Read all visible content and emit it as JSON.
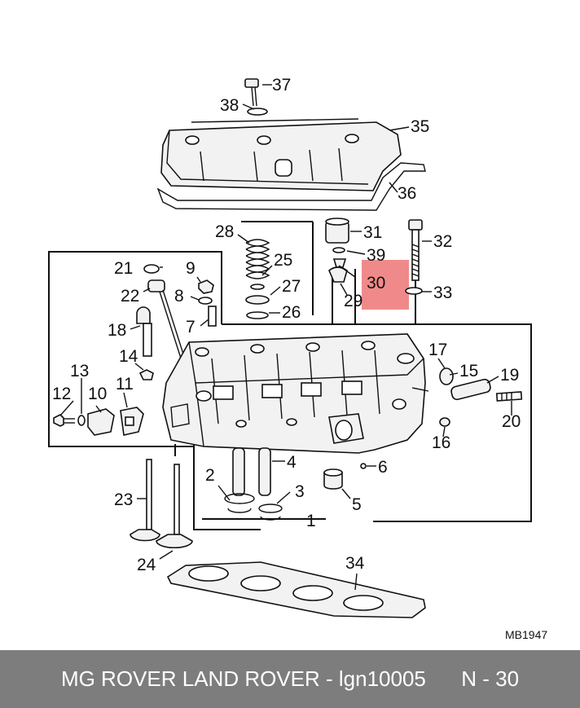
{
  "diagram": {
    "callouts": [
      "37",
      "38",
      "35",
      "36",
      "28",
      "31",
      "32",
      "39",
      "25",
      "30",
      "21",
      "9",
      "27",
      "22",
      "8",
      "29",
      "33",
      "26",
      "7",
      "18",
      "17",
      "14",
      "15",
      "19",
      "13",
      "12",
      "10",
      "11",
      "16",
      "20",
      "6",
      "4",
      "2",
      "3",
      "5",
      "23",
      "1",
      "24",
      "34"
    ],
    "highlight": {
      "label": "30",
      "color": "#f08a8a"
    },
    "reference_code": "MB1947"
  },
  "footer": {
    "text": "MG ROVER LAND ROVER - lgn10005      N - 30",
    "background": "#7d7d7d",
    "color": "#ffffff"
  }
}
